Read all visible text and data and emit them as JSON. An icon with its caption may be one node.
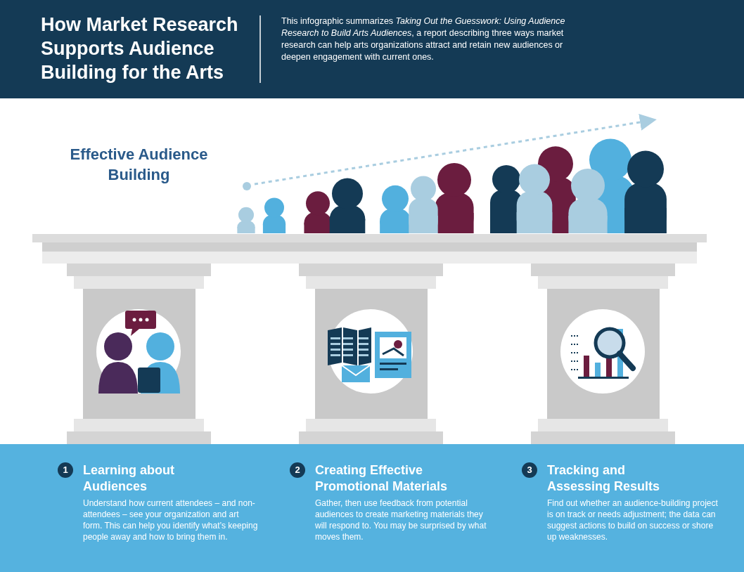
{
  "diagram": {
    "title": "How Market Research Supports Audience Building for the Arts",
    "labels": [
      "This infographic summarizes *Taking Out the Guesswork: Using Audience Research to Build Arts Audiences*, a report describing three ways market research can help arts organizations attract and retain new audiences or deepen engagement with current ones.",
      "Effective Audience Building",
      "1",
      "Learning about Audiences",
      "Understand how current attendees – and non-attendees – see your organization and art form. This can help you identify what’s keeping people away and how to bring them in.",
      "2",
      "Creating Effective Promotional Materials",
      "Gather, then use feedback from potential audiences to create marketing materials they will respond to. You may be surprised by what moves them.",
      "3",
      "Tracking and Assessing Results",
      "Find out whether an audience-building project is on track or needs adjustment; the data can suggest actions to build on success or shore up weaknesses."
    ]
  }
}
